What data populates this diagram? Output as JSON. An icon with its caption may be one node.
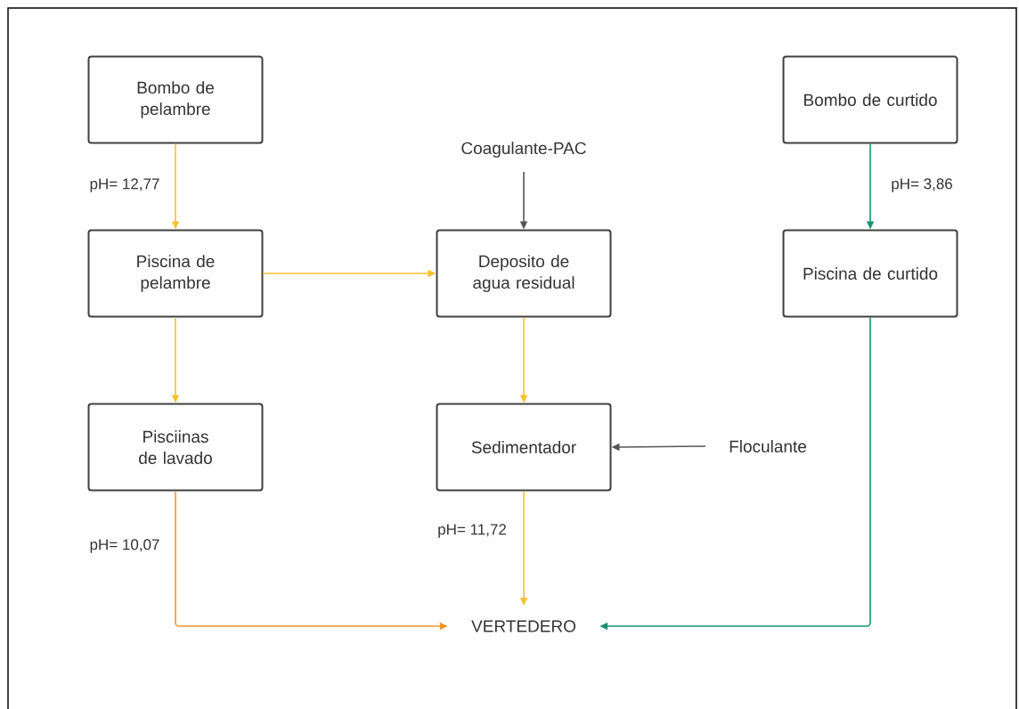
{
  "diagram": {
    "nodes": [
      {
        "text": [
          "Bombo de pelambre"
        ]
      },
      {
        "text": [
          "Bombo de curtido"
        ]
      },
      {
        "text": [
          "Coagulante-PAC"
        ]
      },
      {
        "text": [
          "Piscina de pelambre"
        ]
      },
      {
        "text": [
          "Deposito de agua residual"
        ]
      },
      {
        "text": [
          "Piscina de curtido"
        ]
      },
      {
        "text": [
          "Pisciinas de lavado"
        ]
      },
      {
        "text": [
          "Sedimentador"
        ]
      },
      {
        "text": [
          "Floculante"
        ]
      },
      {
        "text": [
          "VERTEDERO"
        ]
      }
    ],
    "edges": [
      {
        "from": 0,
        "to": 3,
        "arrow": "to",
        "label": "pH= 12,77"
      },
      {
        "from": 1,
        "to": 5,
        "arrow": "to",
        "label": "pH= 3,86",
        "color": "#1a9177"
      },
      {
        "from": 2,
        "to": 4,
        "arrow": "to",
        "color": "#555555"
      },
      {
        "from": 3,
        "to": 4,
        "arrow": "to"
      },
      {
        "from": 3,
        "to": 6,
        "arrow": "to"
      },
      {
        "from": 4,
        "to": 7,
        "arrow": "to"
      },
      {
        "from": 8,
        "to": 7,
        "arrow": "to",
        "color": "#555555"
      },
      {
        "from": 7,
        "to": 9,
        "arrow": "to",
        "label": "pH= 11,72"
      },
      {
        "from": 6,
        "to": 9,
        "arrow": "to",
        "label": "pH= 10,07",
        "color": "#f0962c"
      },
      {
        "from": 5,
        "to": 9,
        "arrow": "to",
        "color": "#1a9177"
      }
    ]
  }
}
